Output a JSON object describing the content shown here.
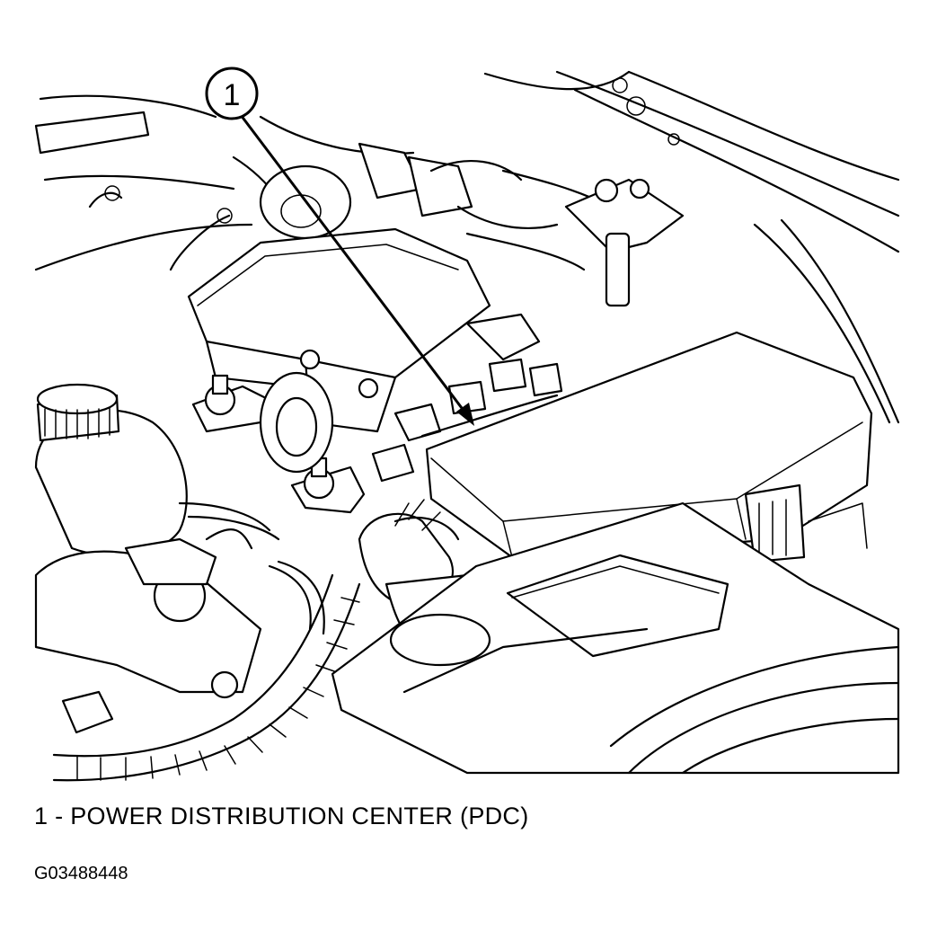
{
  "callout": {
    "number": "1"
  },
  "legend": {
    "text": "1 - POWER DISTRIBUTION CENTER (PDC)"
  },
  "figure_id": "G03488448",
  "colors": {
    "ink": "#000000",
    "paper": "#ffffff"
  }
}
